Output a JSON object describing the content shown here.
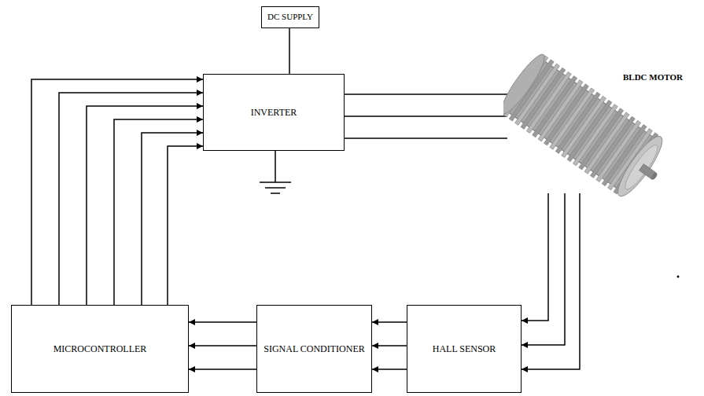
{
  "diagram": {
    "nodes": [
      {
        "text": [
          "DC SUPPLY"
        ]
      },
      {
        "text": [
          "INVERTER"
        ]
      },
      {
        "text": [
          "BLDC MOTOR"
        ]
      },
      {
        "text": [
          "MICROCONTROLLER"
        ]
      },
      {
        "text": [
          "SIGNAL CONDITIONER"
        ]
      },
      {
        "text": [
          "HALL SENSOR"
        ]
      }
    ],
    "edges": [
      {
        "from": 0,
        "to": 1,
        "arrow": "none"
      },
      {
        "from": 3,
        "to": 1,
        "arrow": "to"
      },
      {
        "from": 3,
        "to": 1,
        "arrow": "to"
      },
      {
        "from": 3,
        "to": 1,
        "arrow": "to"
      },
      {
        "from": 3,
        "to": 1,
        "arrow": "to"
      },
      {
        "from": 3,
        "to": 1,
        "arrow": "to"
      },
      {
        "from": 3,
        "to": 1,
        "arrow": "to"
      },
      {
        "from": 1,
        "to": 2,
        "arrow": "none"
      },
      {
        "from": 1,
        "to": 2,
        "arrow": "none"
      },
      {
        "from": 1,
        "to": 2,
        "arrow": "none"
      },
      {
        "from": 2,
        "to": 5,
        "arrow": "to"
      },
      {
        "from": 2,
        "to": 5,
        "arrow": "to"
      },
      {
        "from": 2,
        "to": 5,
        "arrow": "to"
      },
      {
        "from": 5,
        "to": 4,
        "arrow": "to"
      },
      {
        "from": 5,
        "to": 4,
        "arrow": "to"
      },
      {
        "from": 5,
        "to": 4,
        "arrow": "to"
      },
      {
        "from": 4,
        "to": 3,
        "arrow": "to"
      },
      {
        "from": 4,
        "to": 3,
        "arrow": "to"
      },
      {
        "from": 4,
        "to": 3,
        "arrow": "to"
      }
    ]
  }
}
